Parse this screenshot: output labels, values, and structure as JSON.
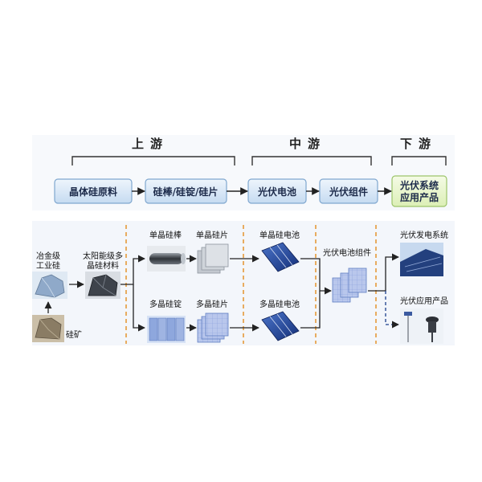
{
  "stages": [
    {
      "key": "up",
      "title": "上游"
    },
    {
      "key": "mid",
      "title": "中游"
    },
    {
      "key": "down",
      "title": "下游"
    }
  ],
  "process_boxes": [
    {
      "key": "raw",
      "label": "晶体硅原料"
    },
    {
      "key": "wafer",
      "label": "硅棒/硅锭/硅片"
    },
    {
      "key": "cell",
      "label": "光伏电池"
    },
    {
      "key": "module",
      "label": "光伏组件"
    },
    {
      "key": "system",
      "label_line1": "光伏系统",
      "label_line2": "应用产品"
    }
  ],
  "items": {
    "metallurgical_si_line1": "冶金级",
    "metallurgical_si_line2": "工业硅",
    "silica_ore": "硅矿",
    "solar_si_line1": "太阳能级多",
    "solar_si_line2": "晶硅材料",
    "mono_rod": "单晶硅棒",
    "mono_wafer": "单晶硅片",
    "multi_ingot": "多晶硅锭",
    "multi_wafer": "多晶硅片",
    "mono_cell": "单晶硅电池",
    "multi_cell": "多晶硅电池",
    "pv_module": "光伏电池组件",
    "pv_power_system": "光伏发电系统",
    "pv_products": "光伏应用产品"
  },
  "colors": {
    "box_blue_fill": "#d6e6f6",
    "box_blue_stroke": "#7fa7cf",
    "box_green_fill": "#e7f5c9",
    "box_green_stroke": "#9cc46a",
    "divider_orange": "#e69a3a",
    "arrow": "#222222",
    "panel_bg": "#f3f6fb"
  }
}
